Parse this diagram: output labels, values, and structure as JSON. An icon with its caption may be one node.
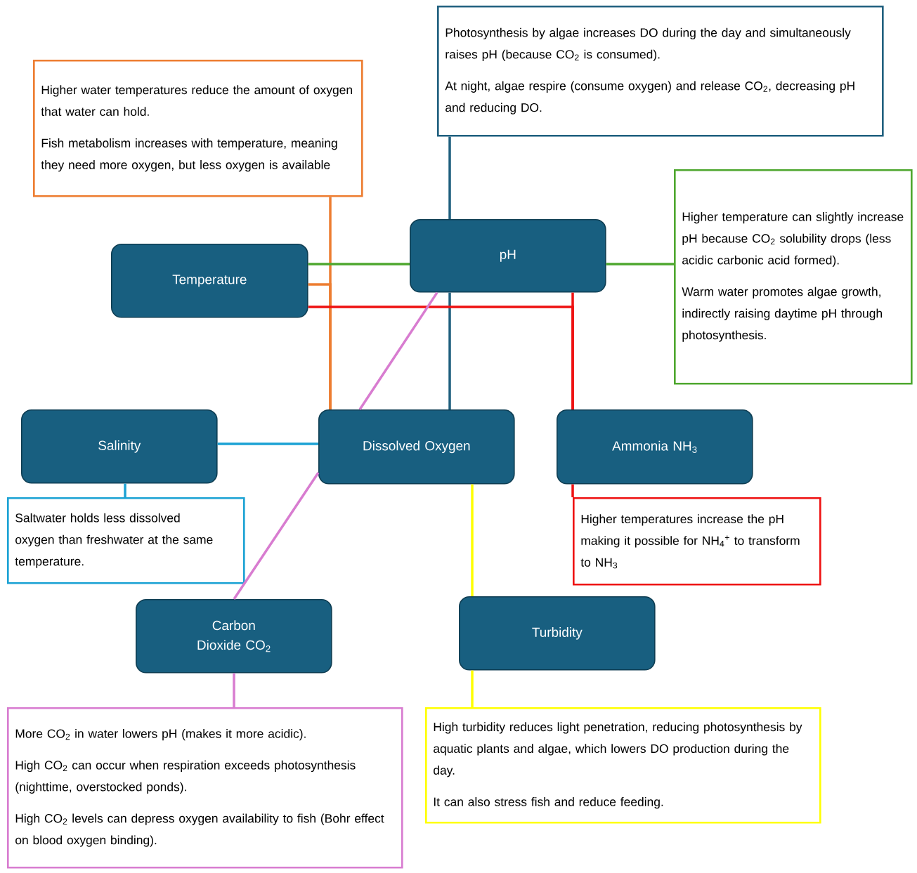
{
  "diagram": {
    "nodes": [
      {
        "text": [
          "Photosynthesis by algae increases DO during the day and simultaneously raises pH (because CO$_{2}$ is consumed).",
          "At night, algae respire (consume oxygen) and release CO$_{2}$, decreasing pH and reducing DO."
        ]
      },
      {
        "text": [
          "Higher water temperatures reduce the amount of oxygen that water can hold.",
          "Fish metabolism increases with temperature, meaning they need more oxygen, but less oxygen is available"
        ]
      },
      {
        "text": [
          "Higher temperature can slightly increase pH because CO$_{2}$ solubility drops (less acidic carbonic acid formed).",
          "Warm water promotes algae growth, indirectly raising daytime pH through photosynthesis."
        ]
      },
      {
        "text": [
          "pH"
        ]
      },
      {
        "text": [
          "Temperature"
        ]
      },
      {
        "text": [
          "Salinity"
        ]
      },
      {
        "text": [
          "Dissolved Oxygen"
        ]
      },
      {
        "text": [
          "Ammonia NH$_{3}$"
        ]
      },
      {
        "text": [
          "Saltwater holds less dissolved oxygen than freshwater at the same temperature."
        ]
      },
      {
        "text": [
          "Higher temperatures increase the pH making it possible for NH$_{4}$$^{+}$ to transform to NH$_{3}$"
        ]
      },
      {
        "text": [
          "Carbon Dioxide CO$_{2}$"
        ]
      },
      {
        "text": [
          "Turbidity"
        ]
      },
      {
        "text": [
          "More CO$_{2}$ in water lowers pH (makes it more acidic).",
          "High CO$_{2}$ can occur when respiration exceeds photosynthesis (nighttime, overstocked ponds).",
          "High CO$_{2}$ levels can depress oxygen availability to fish (Bohr effect on blood oxygen binding)."
        ]
      },
      {
        "text": [
          "High turbidity reduces light penetration, reducing photosynthesis by aquatic plants and algae, which lowers DO production during the day.",
          "It can also stress fish and reduce feeding."
        ]
      }
    ],
    "edges": [
      {
        "from": 0,
        "to": 3,
        "arrow": "none",
        "color": "#1f5f7e"
      },
      {
        "from": 3,
        "to": 6,
        "arrow": "none",
        "color": "#1f5f7e"
      },
      {
        "from": 1,
        "to": 6,
        "arrow": "none",
        "color": "#ed7d31"
      },
      {
        "from": 4,
        "to": 6,
        "arrow": "none",
        "color": "#ed7d31"
      },
      {
        "from": 4,
        "to": 3,
        "arrow": "none",
        "color": "#4ea72e"
      },
      {
        "from": 3,
        "to": 2,
        "arrow": "none",
        "color": "#4ea72e"
      },
      {
        "from": 4,
        "to": 7,
        "arrow": "none",
        "color": "#ee1111"
      },
      {
        "from": 3,
        "to": 7,
        "arrow": "none",
        "color": "#ee1111"
      },
      {
        "from": 7,
        "to": 9,
        "arrow": "none",
        "color": "#ee1111"
      },
      {
        "from": 3,
        "to": 6,
        "arrow": "none",
        "color": "#d87cd0"
      },
      {
        "from": 6,
        "to": 10,
        "arrow": "none",
        "color": "#d87cd0"
      },
      {
        "from": 10,
        "to": 12,
        "arrow": "none",
        "color": "#d87cd0"
      },
      {
        "from": 5,
        "to": 6,
        "arrow": "none",
        "color": "#1ba2d4"
      },
      {
        "from": 5,
        "to": 8,
        "arrow": "none",
        "color": "#1ba2d4"
      },
      {
        "from": 6,
        "to": 11,
        "arrow": "none",
        "color": "#ffff00"
      },
      {
        "from": 11,
        "to": 13,
        "arrow": "none",
        "color": "#ffff00"
      }
    ]
  }
}
